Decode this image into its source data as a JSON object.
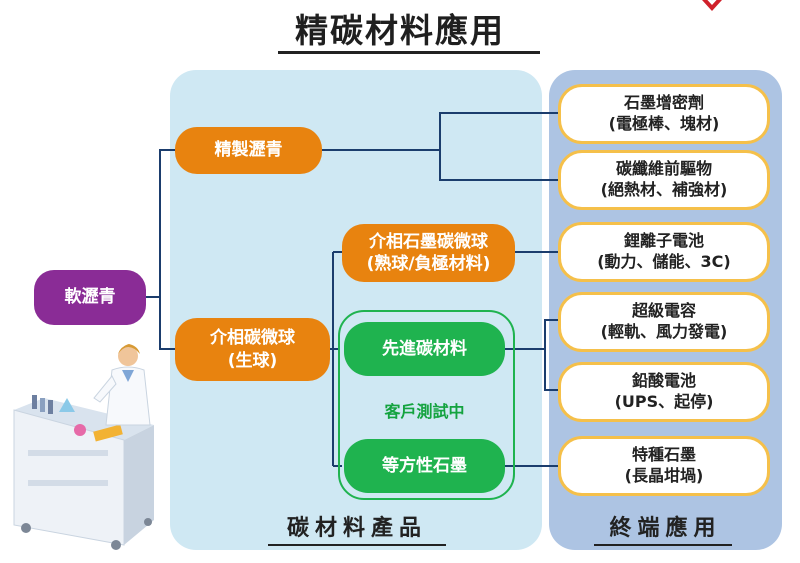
{
  "title": "精碳材料應用",
  "source": {
    "label": "軟瀝青"
  },
  "products": [
    {
      "key": "pitch",
      "label": "精製瀝青"
    },
    {
      "key": "meso",
      "line1": "介相碳微球",
      "line2": "(生球)"
    },
    {
      "key": "meso-graphite",
      "line1": "介相石墨碳微球",
      "line2": "(熟球/負極材料)"
    },
    {
      "key": "advanced",
      "label": "先進碳材料"
    },
    {
      "key": "isotropic",
      "label": "等方性石墨"
    }
  ],
  "testing_note": "客戶測試中",
  "end_uses": [
    {
      "line1": "石墨增密劑",
      "line2": "(電極棒、塊材)"
    },
    {
      "line1": "碳纖維前驅物",
      "line2": "(絕熱材、補強材)"
    },
    {
      "line1": "鋰離子電池",
      "line2": "(動力、儲能、3C)"
    },
    {
      "line1": "超級電容",
      "line2": "(輕軌、風力發電)"
    },
    {
      "line1": "鉛酸電池",
      "line2": "(UPS、起停)"
    },
    {
      "line1": "特種石墨",
      "line2": "(長晶坩堝)"
    }
  ],
  "panels": {
    "products_label": "碳材料產品",
    "end_label": "終端應用"
  },
  "colors": {
    "orange": "#e8830f",
    "purple": "#8a2c96",
    "green": "#1fb34f",
    "end_border": "#f5c04a",
    "line": "#1b3d6d"
  }
}
